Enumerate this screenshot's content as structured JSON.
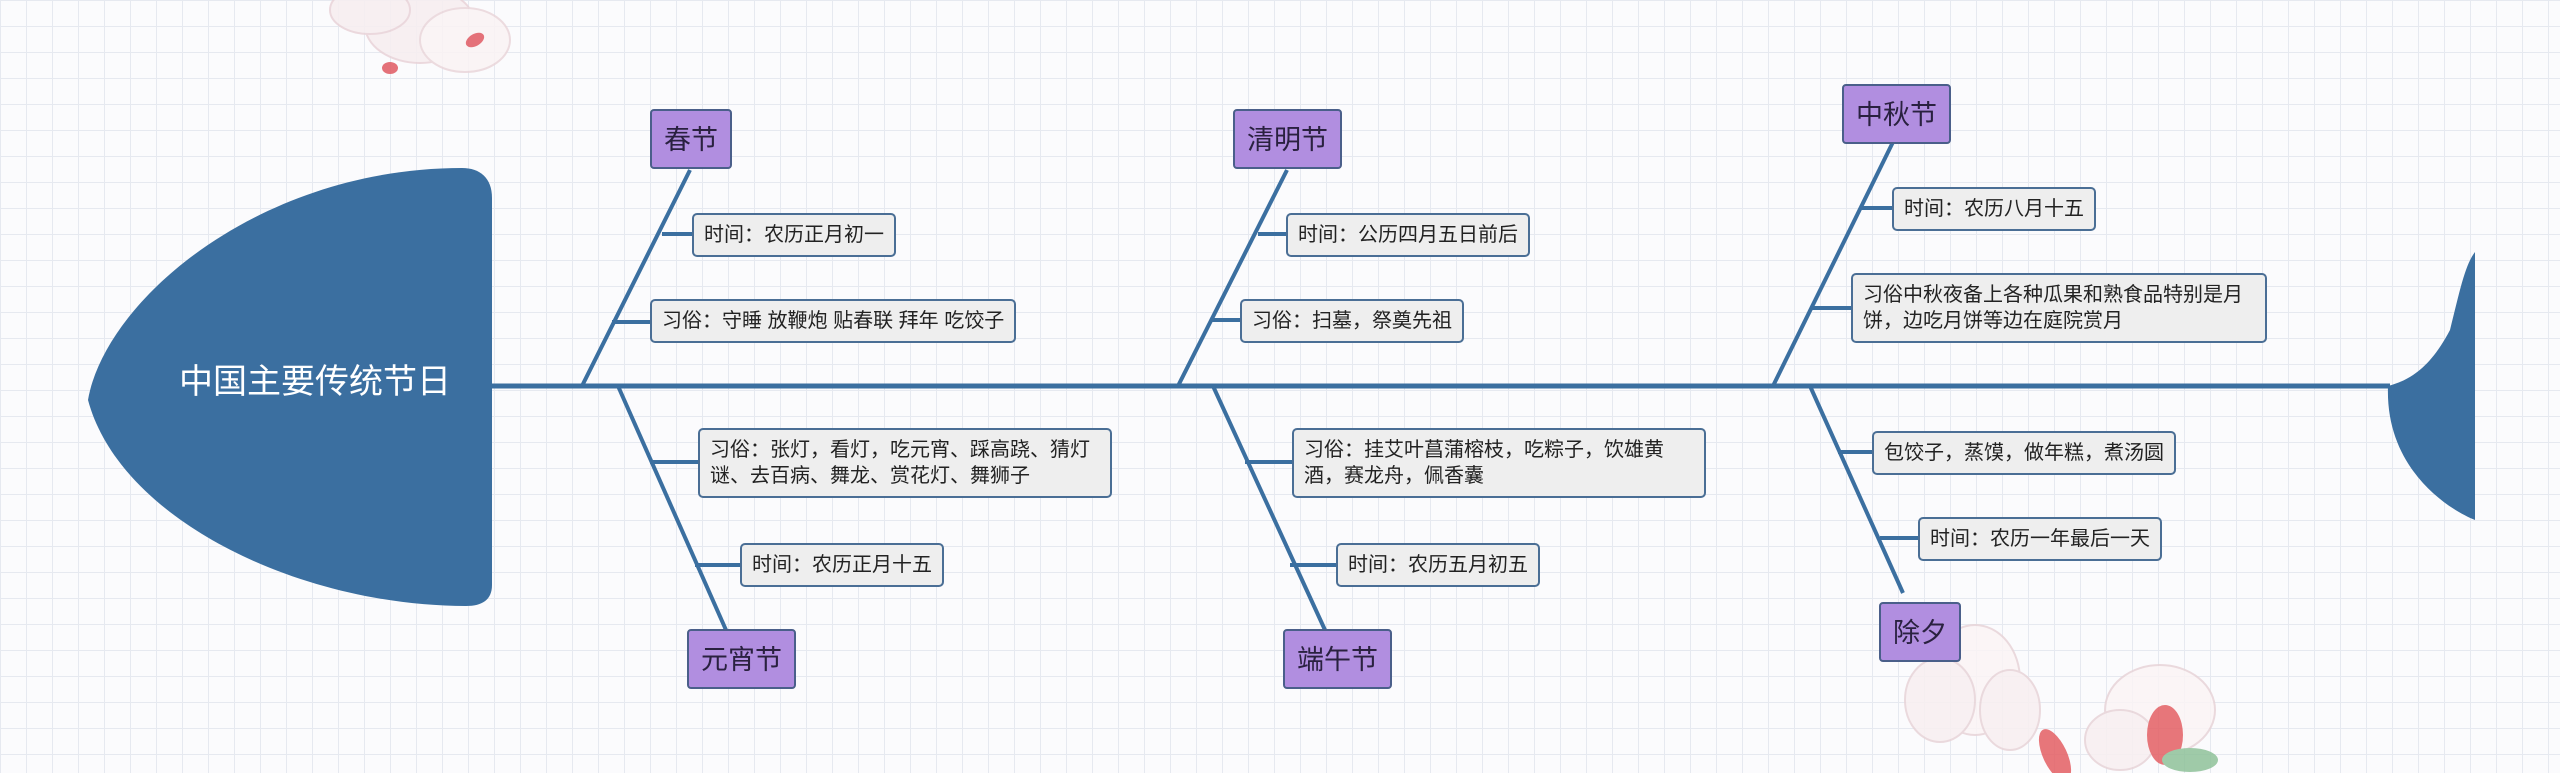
{
  "colors": {
    "head": "#3b6fa0",
    "spine": "#3b6fa0",
    "festival_box": "#b18ee0",
    "note_box": "#eeeeee",
    "note_border": "#4a6e95"
  },
  "diagram": {
    "title": "中国主要传统节日",
    "festivals": {
      "spring": {
        "name": "春节",
        "notes": [
          "时间：农历正月初一",
          "习俗：守睡 放鞭炮 贴春联 拜年 吃饺子"
        ]
      },
      "qingming": {
        "name": "清明节",
        "notes": [
          "时间：公历四月五日前后",
          "习俗：扫墓，祭奠先祖"
        ]
      },
      "midautumn": {
        "name": "中秋节",
        "notes": [
          "时间：农历八月十五",
          "习俗中秋夜备上各种瓜果和熟食品特别是月饼，边吃月饼等边在庭院赏月"
        ]
      },
      "lantern": {
        "name": "元宵节",
        "notes": [
          "习俗：张灯，看灯，吃元宵、踩高跷、猜灯谜、去百病、舞龙、赏花灯、舞狮子",
          "时间：农历正月十五"
        ]
      },
      "dragonboat": {
        "name": "端午节",
        "notes": [
          "习俗：挂艾叶菖蒲榕枝，吃粽子，饮雄黄酒，赛龙舟，佩香囊",
          "时间：农历五月初五"
        ]
      },
      "newyearseve": {
        "name": "除夕",
        "notes": [
          "包饺子，蒸馍，做年糕，煮汤圆",
          "时间：农历一年最后一天"
        ]
      }
    }
  }
}
